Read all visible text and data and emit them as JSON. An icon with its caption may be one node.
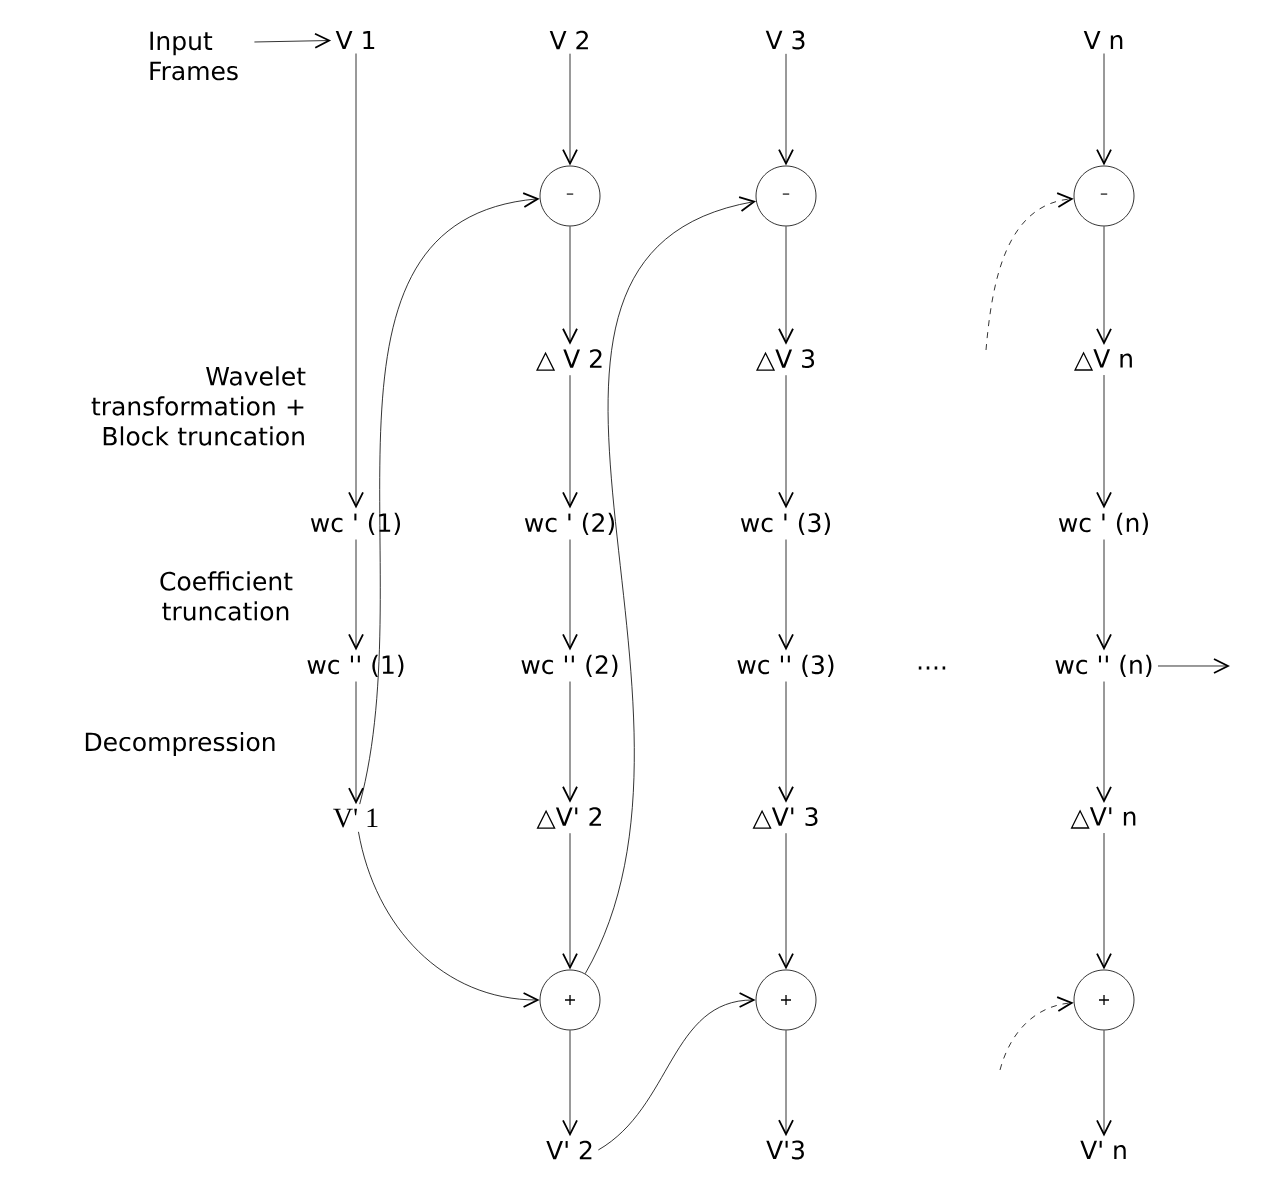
{
  "diagram": {
    "nodes": [
      {
        "text": [
          "Input Frames"
        ]
      },
      {
        "text": [
          "V 1"
        ]
      },
      {
        "text": [
          "V 2"
        ]
      },
      {
        "text": [
          "V 3"
        ]
      },
      {
        "text": [
          "V n"
        ]
      },
      {
        "text": [
          "–"
        ]
      },
      {
        "text": [
          "–"
        ]
      },
      {
        "text": [
          "–"
        ]
      },
      {
        "text": [
          "△ V 2"
        ]
      },
      {
        "text": [
          "△V 3"
        ]
      },
      {
        "text": [
          "△V n"
        ]
      },
      {
        "text": [
          "wc ' (1)"
        ]
      },
      {
        "text": [
          "wc ' (2)"
        ]
      },
      {
        "text": [
          "wc ' (3)"
        ]
      },
      {
        "text": [
          "wc ' (n)"
        ]
      },
      {
        "text": [
          "wc '' (1)"
        ]
      },
      {
        "text": [
          "wc '' (2)"
        ]
      },
      {
        "text": [
          "wc '' (3)"
        ]
      },
      {
        "text": [
          "wc '' (n)"
        ]
      },
      {
        "text": [
          "V' 1"
        ]
      },
      {
        "text": [
          "△V' 2"
        ]
      },
      {
        "text": [
          "△V' 3"
        ]
      },
      {
        "text": [
          "△V' n"
        ]
      },
      {
        "text": [
          "+"
        ]
      },
      {
        "text": [
          "+"
        ]
      },
      {
        "text": [
          "+"
        ]
      },
      {
        "text": [
          "V' 2"
        ]
      },
      {
        "text": [
          "V'3"
        ]
      },
      {
        "text": [
          "V' n"
        ]
      }
    ],
    "edges": [
      {
        "from": 0,
        "to": 1,
        "arrow": "to"
      },
      {
        "from": 1,
        "to": 11,
        "arrow": "to"
      },
      {
        "from": 2,
        "to": 5,
        "arrow": "to"
      },
      {
        "from": 3,
        "to": 6,
        "arrow": "to"
      },
      {
        "from": 4,
        "to": 7,
        "arrow": "to"
      },
      {
        "from": 5,
        "to": 8,
        "arrow": "to"
      },
      {
        "from": 6,
        "to": 9,
        "arrow": "to"
      },
      {
        "from": 7,
        "to": 10,
        "arrow": "to"
      },
      {
        "from": 8,
        "to": 12,
        "arrow": "to"
      },
      {
        "from": 9,
        "to": 13,
        "arrow": "to"
      },
      {
        "from": 10,
        "to": 14,
        "arrow": "to"
      },
      {
        "from": 11,
        "to": 15,
        "arrow": "to"
      },
      {
        "from": 12,
        "to": 16,
        "arrow": "to"
      },
      {
        "from": 13,
        "to": 17,
        "arrow": "to"
      },
      {
        "from": 14,
        "to": 18,
        "arrow": "to"
      },
      {
        "from": 15,
        "to": 19,
        "arrow": "to"
      },
      {
        "from": 16,
        "to": 20,
        "arrow": "to"
      },
      {
        "from": 17,
        "to": 21,
        "arrow": "to"
      },
      {
        "from": 18,
        "to": 22,
        "arrow": "to"
      },
      {
        "from": 20,
        "to": 23,
        "arrow": "to"
      },
      {
        "from": 21,
        "to": 24,
        "arrow": "to"
      },
      {
        "from": 22,
        "to": 25,
        "arrow": "to"
      },
      {
        "from": 23,
        "to": 26,
        "arrow": "to"
      },
      {
        "from": 24,
        "to": 27,
        "arrow": "to"
      },
      {
        "from": 25,
        "to": 28,
        "arrow": "to"
      },
      {
        "from": 19,
        "to": 5,
        "arrow": "to"
      },
      {
        "from": 19,
        "to": 23,
        "arrow": "to"
      },
      {
        "from": 23,
        "to": 6,
        "arrow": "to"
      },
      {
        "from": 26,
        "to": 24,
        "arrow": "to"
      },
      {
        "from": null,
        "to": 7,
        "arrow": "to",
        "style": "dashed"
      },
      {
        "from": null,
        "to": 25,
        "arrow": "to",
        "style": "dashed"
      },
      {
        "from": 18,
        "to": null,
        "arrow": "to"
      }
    ],
    "labels": [
      "Wavelet transformation + Block truncation",
      "Coefficient truncation",
      "Decompression",
      "...."
    ]
  }
}
